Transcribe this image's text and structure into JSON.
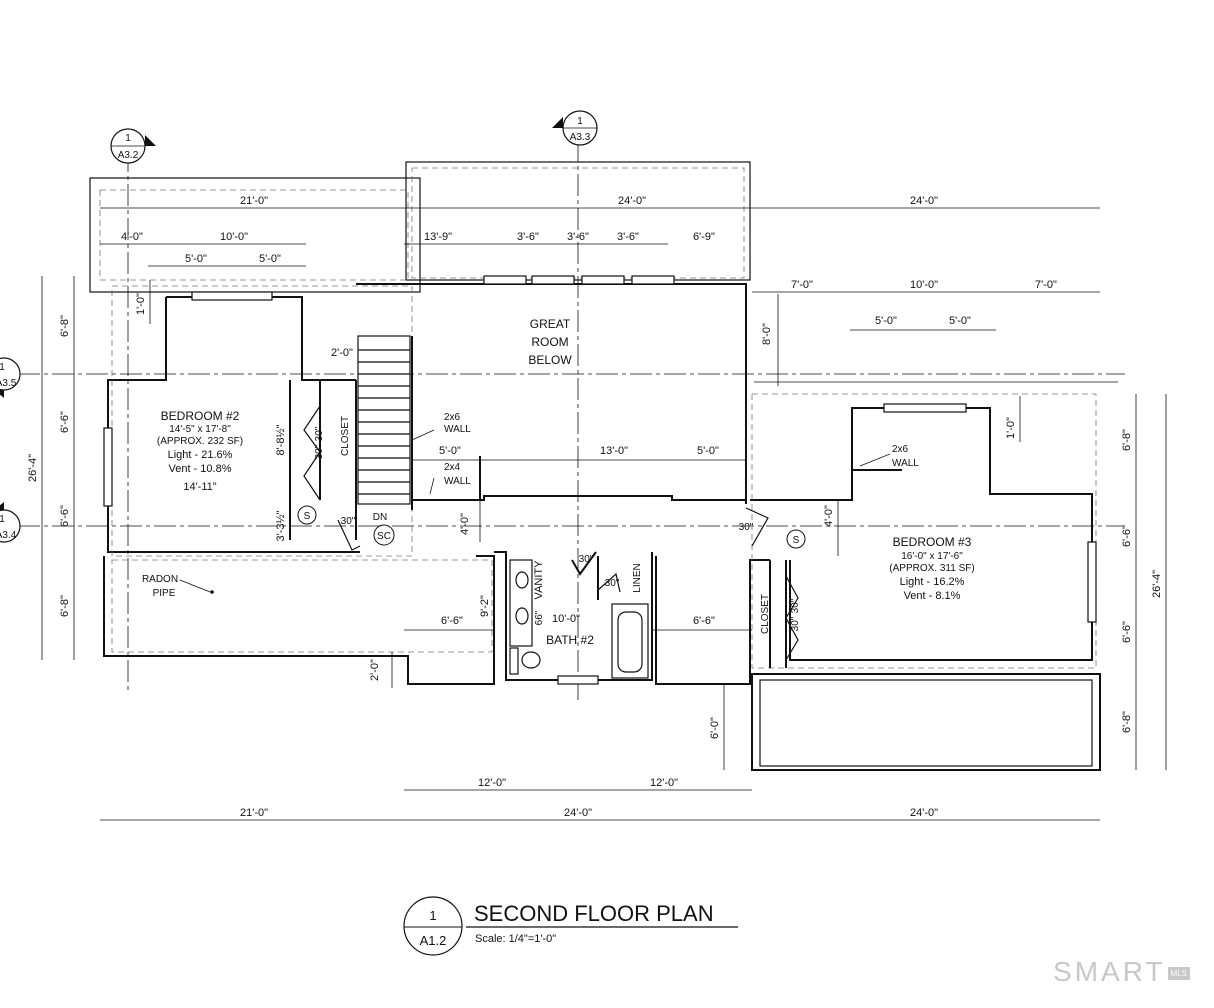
{
  "title": {
    "marker_number": "1",
    "marker_sheet": "A1.2",
    "name": "SECOND FLOOR PLAN",
    "scale": "Scale: 1/4\"=1'-0\""
  },
  "section_markers": [
    {
      "id": "sec-top-left",
      "number": "1",
      "sheet": "A3.2"
    },
    {
      "id": "sec-top-center",
      "number": "1",
      "sheet": "A3.3"
    },
    {
      "id": "sec-left-upper",
      "number": "1",
      "sheet": "A3.5"
    },
    {
      "id": "sec-left-lower",
      "number": "1",
      "sheet": "A3.4"
    }
  ],
  "rooms": {
    "bedroom2": {
      "name": "BEDROOM #2",
      "size": "14'-5\" x 17'-8\"",
      "area": "(APPROX. 232 SF)",
      "light": "Light - 21.6%",
      "vent": "Vent - 10.8%",
      "width": "14'-11\""
    },
    "bedroom3": {
      "name": "BEDROOM #3",
      "size": "16'-0\" x 17'-6\"",
      "area": "(APPROX. 311 SF)",
      "light": "Light - 16.2%",
      "vent": "Vent - 8.1%"
    },
    "great_room": [
      "GREAT",
      "ROOM",
      "BELOW"
    ],
    "bath2": "BATH #2"
  },
  "labels": {
    "closet_left": "CLOSET",
    "closet_right": "CLOSET",
    "vanity": "VANITY",
    "linen": "LINEN",
    "wall_2x6_a": [
      "2x6",
      "WALL"
    ],
    "wall_2x4": [
      "2x4",
      "WALL"
    ],
    "wall_2x6_b": [
      "2x6",
      "WALL"
    ],
    "radon": [
      "RADON",
      "PIPE"
    ],
    "stair_dn": "DN",
    "smoke_1": "S",
    "smoke_2": "S",
    "smoke_co": "SC",
    "door_30_a": "30\"",
    "door_30_b": "30\"",
    "door_30_c": "30\"",
    "door_30_d": "30\"",
    "door_30_e": "30\"",
    "door_30_f": "30\"",
    "door_30_g": "30\"",
    "door_30_h": "30\"",
    "door_66": "66\""
  },
  "dimensions": {
    "top_21": "21'-0\"",
    "top_24a": "24'-0\"",
    "top_24b": "24'-0\"",
    "top_4": "4'-0\"",
    "top_10a": "10'-0\"",
    "top_5a": "5'-0\"",
    "top_5b": "5'-0\"",
    "top_13_9": "13'-9\"",
    "top_3_6a": "3'-6\"",
    "top_3_6b": "3'-6\"",
    "top_3_6c": "3'-6\"",
    "top_6_9": "6'-9\"",
    "right_7a": "7'-0\"",
    "right_10": "10'-0\"",
    "right_7b": "7'-0\"",
    "right_5a": "5'-0\"",
    "right_5b": "5'-0\"",
    "v_8_0": "8'-0\"",
    "v_1_0_left": "1'-0\"",
    "v_1_0_right": "1'-0\"",
    "stair_2_0": "2'-0\"",
    "mid_5a": "5'-0\"",
    "mid_13": "13'-0\"",
    "mid_5b": "5'-0\"",
    "v_8_8": "8'-8½\"",
    "v_3_3": "3'-3½\"",
    "v_4_0a": "4'-0\"",
    "v_4_0b": "4'-0\"",
    "v_9_2": "9'-2\"",
    "bath_10": "10'-0\"",
    "bot_6_6a": "6'-6\"",
    "bot_6_6b": "6'-6\"",
    "v_2_0": "2'-0\"",
    "v_6_0": "6'-0\"",
    "bot_12a": "12'-0\"",
    "bot_12b": "12'-0\"",
    "bot_21": "21'-0\"",
    "bot_24a": "24'-0\"",
    "bot_24b": "24'-0\"",
    "left_6_8a": "6'-8\"",
    "left_6_6a": "6'-6\"",
    "left_26_4": "26'-4\"",
    "left_6_6b": "6'-6\"",
    "left_6_8b": "6'-8\"",
    "right_6_8a": "6'-8\"",
    "right_6_6a": "6'-6\"",
    "right_26_4": "26'-4\"",
    "right_6_6b": "6'-6\"",
    "right_6_8b": "6'-8\""
  },
  "watermark": {
    "brand": "SMART",
    "suffix": "MLS"
  }
}
